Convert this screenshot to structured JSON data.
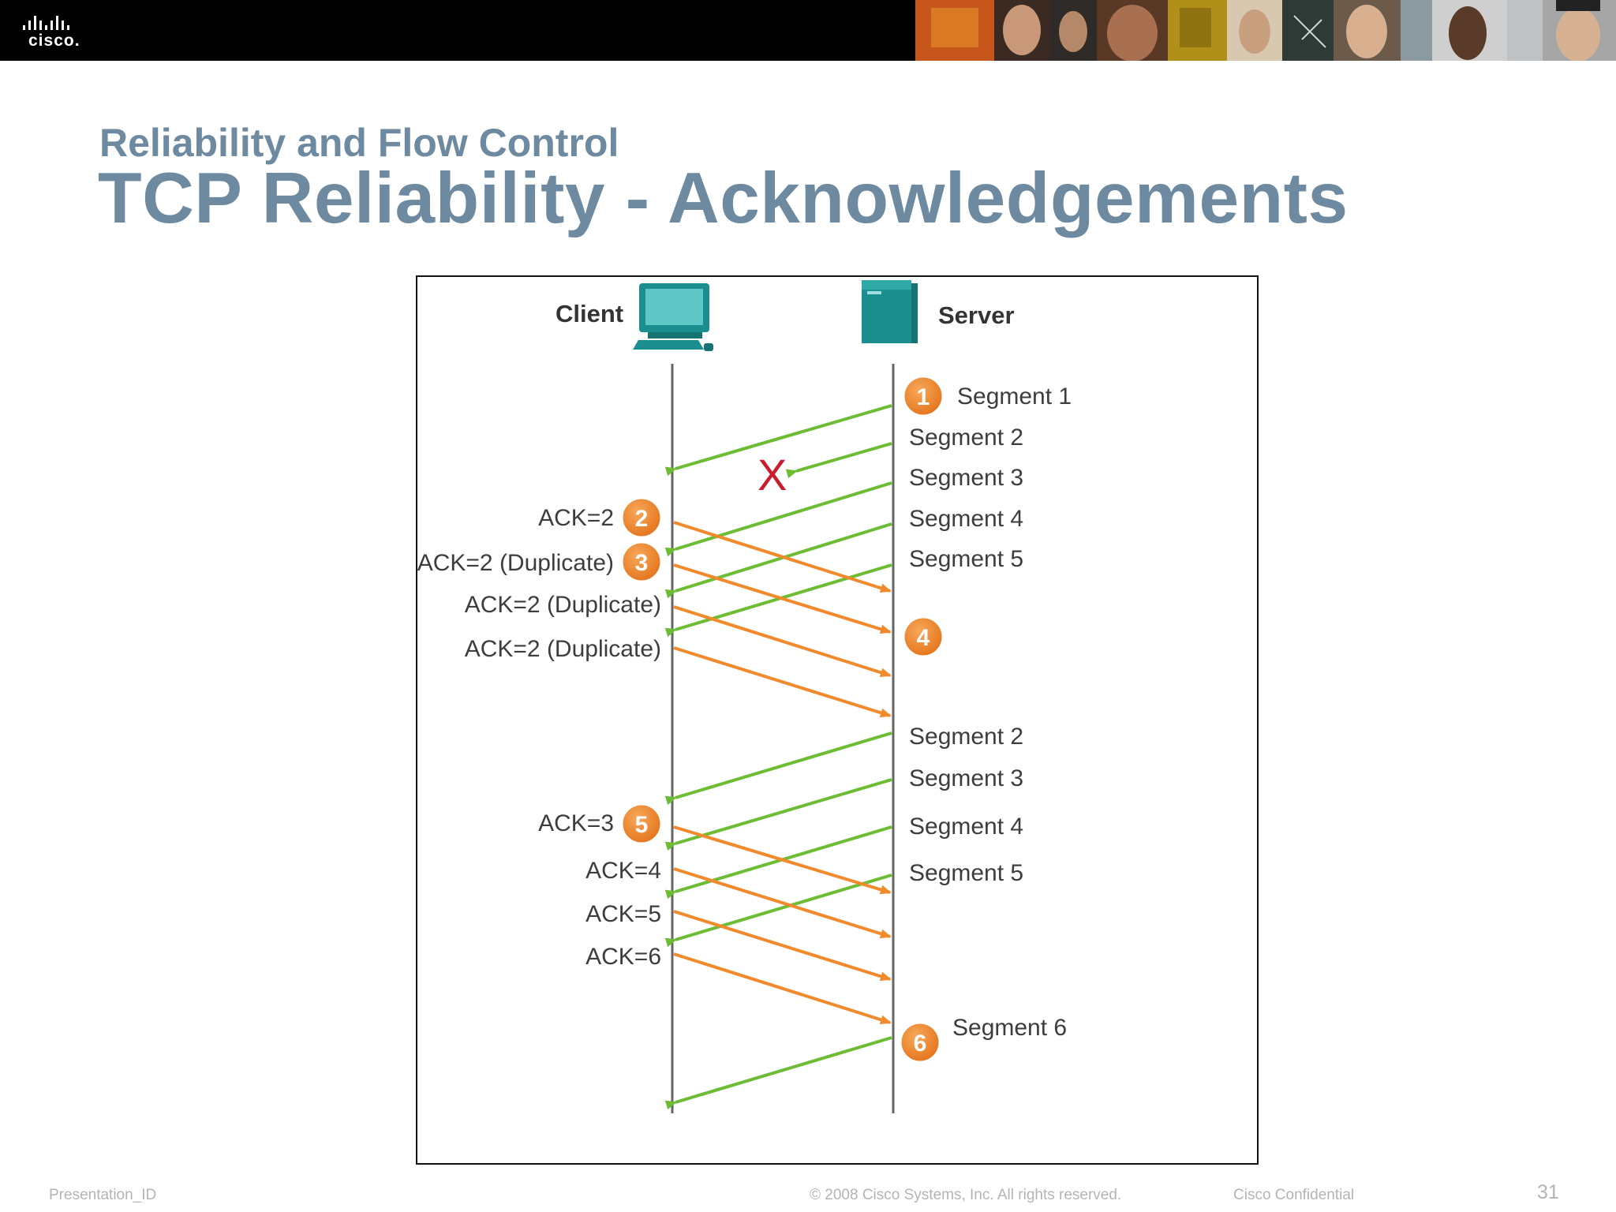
{
  "header": {
    "logo_text": "cisco.",
    "colors": {
      "banner": "#000000",
      "title": "#6e8aa1"
    }
  },
  "slide": {
    "subtitle": "Reliability and Flow Control",
    "title": "TCP Reliability - Acknowledgements"
  },
  "diagram": {
    "client_label": "Client",
    "server_label": "Server",
    "lost_marker": "X",
    "colors": {
      "segment_arrow": "#6cbd34",
      "ack_arrow": "#f08a2c",
      "badge": "#f08a2c",
      "lost": "#cc1b2b",
      "lifeline": "#666666",
      "device": "#1b8f8f"
    },
    "icons": [
      "computer-icon",
      "server-icon"
    ],
    "segment_labels": [
      "Segment 1",
      "Segment 2",
      "Segment 3",
      "Segment 4",
      "Segment 5",
      "Segment 2",
      "Segment 3",
      "Segment 4",
      "Segment 5",
      "Segment 6"
    ],
    "ack_labels": [
      "ACK=2",
      "ACK=2 (Duplicate)",
      "ACK=2 (Duplicate)",
      "ACK=2 (Duplicate)",
      "ACK=3",
      "ACK=4",
      "ACK=5",
      "ACK=6"
    ],
    "badges": [
      "1",
      "2",
      "3",
      "4",
      "5",
      "6"
    ]
  },
  "footer": {
    "left": "Presentation_ID",
    "center": "© 2008 Cisco Systems, Inc. All rights reserved.",
    "right": "Cisco Confidential",
    "page": "31"
  }
}
